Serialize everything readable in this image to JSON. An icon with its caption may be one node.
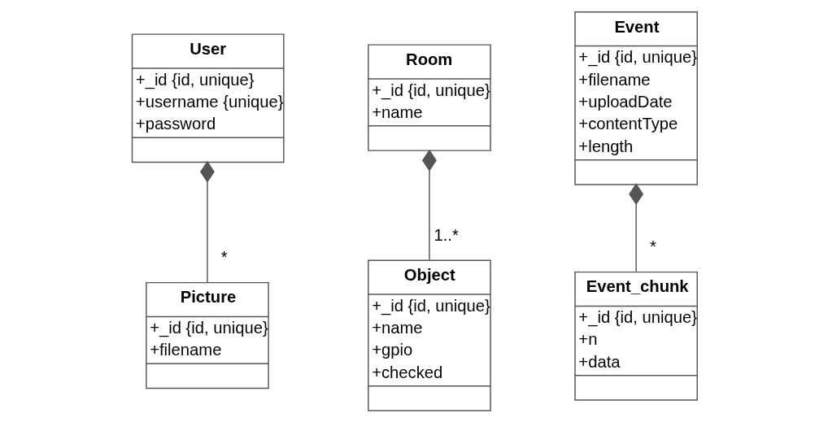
{
  "diagram": {
    "nodes": [
      {
        "text": [
          "User",
          "+_id {id, unique}",
          "+username {unique}",
          "+password"
        ]
      },
      {
        "text": [
          "Room",
          "+_id {id, unique}",
          "+name"
        ]
      },
      {
        "text": [
          "Event",
          "+_id {id, unique}",
          "+filename",
          "+uploadDate",
          "+contentType",
          "+length"
        ]
      },
      {
        "text": [
          "Picture",
          "+_id {id, unique}",
          "+filename"
        ]
      },
      {
        "text": [
          "Object",
          "+_id {id, unique}",
          "+name",
          "+gpio",
          "+checked"
        ]
      },
      {
        "text": [
          "Event_chunk",
          "+_id {id, unique}",
          "+n",
          "+data"
        ]
      }
    ],
    "edges": [
      {
        "from": 0,
        "to": 3,
        "arrow": "other",
        "label": "*"
      },
      {
        "from": 1,
        "to": 4,
        "arrow": "other",
        "label": "1..*"
      },
      {
        "from": 2,
        "to": 5,
        "arrow": "other",
        "label": "*"
      }
    ]
  }
}
